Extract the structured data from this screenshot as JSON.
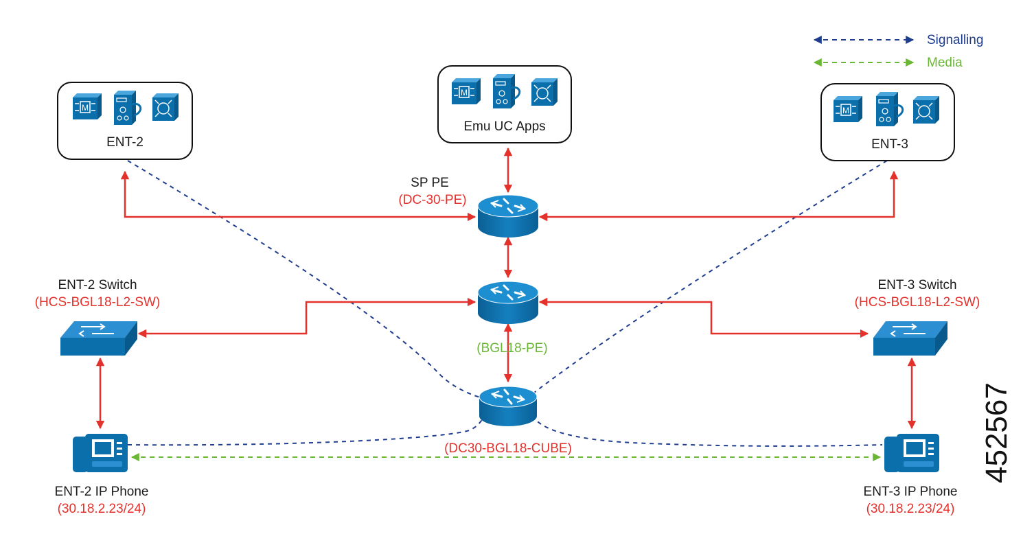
{
  "legend": {
    "signalling": "Signalling",
    "media": "Media"
  },
  "colors": {
    "device_blue": "#0b6fab",
    "device_blue_light": "#1d8fd0",
    "red_link": "#e4312b",
    "signalling": "#1f3d8f",
    "media": "#6ab734"
  },
  "clusters": {
    "ent2": {
      "label": "ENT-2",
      "icons": [
        "media-server-icon",
        "call-manager-icon",
        "phone-app-icon"
      ]
    },
    "emu": {
      "label": "Emu UC Apps",
      "icons": [
        "media-server-icon",
        "call-manager-icon",
        "phone-app-icon"
      ]
    },
    "ent3": {
      "label": "ENT-3",
      "icons": [
        "media-server-icon",
        "call-manager-icon",
        "phone-app-icon"
      ]
    }
  },
  "routers": {
    "sp_pe": {
      "title": "SP PE",
      "name": "(DC-30-PE)"
    },
    "bgl18_pe": {
      "name": "(BGL18-PE)"
    },
    "cube": {
      "name": "(DC30-BGL18-CUBE)"
    }
  },
  "switches": {
    "ent2": {
      "title": "ENT-2 Switch",
      "name": "(HCS-BGL18-L2-SW)"
    },
    "ent3": {
      "title": "ENT-3 Switch",
      "name": "(HCS-BGL18-L2-SW)"
    }
  },
  "phones": {
    "ent2": {
      "title": "ENT-2 IP Phone",
      "ip": "(30.18.2.23/24)"
    },
    "ent3": {
      "title": "ENT-3 IP Phone",
      "ip": "(30.18.2.23/24)"
    }
  },
  "figure_id": "452567"
}
